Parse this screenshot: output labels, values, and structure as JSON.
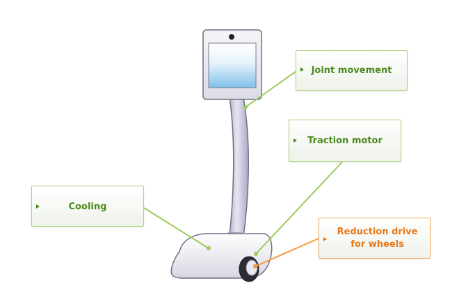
{
  "callouts": {
    "joint_movement": "Joint movement",
    "traction_motor": "Traction motor",
    "cooling": "Cooling",
    "reduction_drive": "Reduction drive for wheels"
  },
  "colors": {
    "green_accent": "#4a8a1c",
    "green_border": "#a9d27c",
    "orange_accent": "#e6781c",
    "orange_border": "#f5a65b"
  }
}
